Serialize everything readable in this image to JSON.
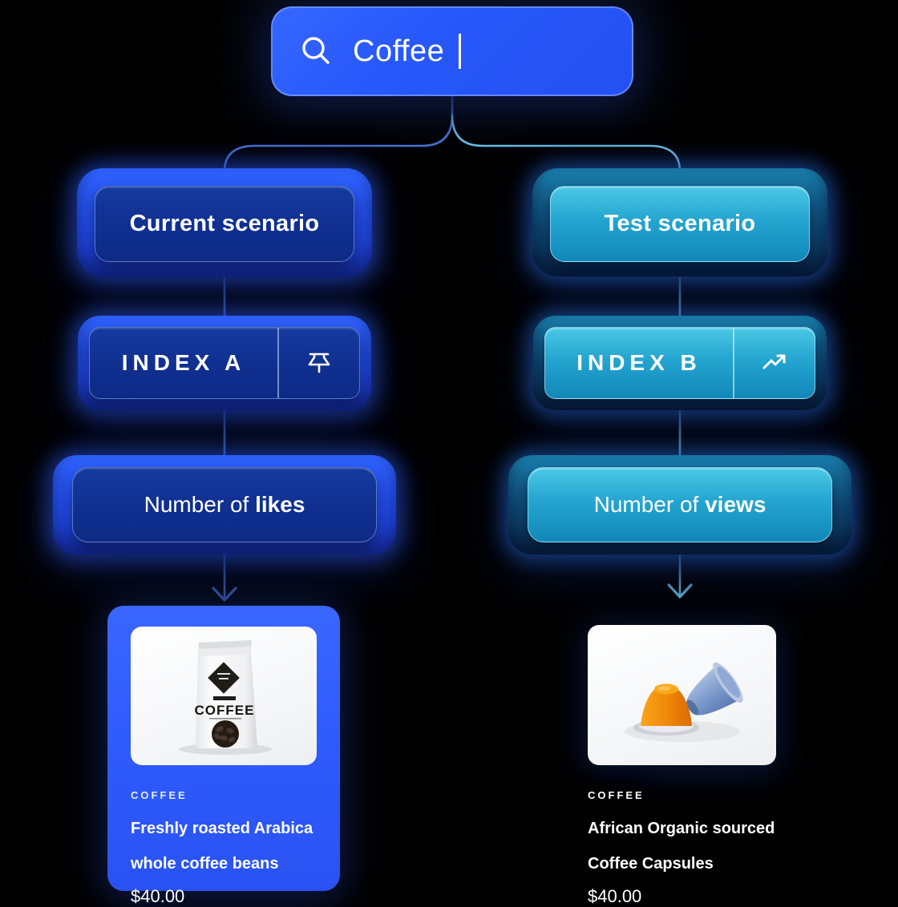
{
  "search": {
    "query": "Coffee",
    "icon": "magnifier"
  },
  "branches": {
    "left": {
      "scenario_label": "Current scenario",
      "index_label": "INDEX A",
      "index_icon": "pin",
      "metric_prefix": "Number of ",
      "metric_bold": "likes",
      "card": {
        "category": "COFFEE",
        "title": "Freshly roasted Arabica whole coffee beans",
        "price": "$40.00",
        "package_text": "COFFEE"
      },
      "accent_color": "#2e5bfc",
      "line_color": "#4b78dd"
    },
    "right": {
      "scenario_label": "Test scenario",
      "index_label": "INDEX B",
      "index_icon": "trending-up",
      "metric_prefix": "Number of ",
      "metric_bold": "views",
      "card": {
        "category": "COFFEE",
        "title": "African Organic sourced Coffee Capsules",
        "price": "$40.00"
      },
      "accent_color": "#28b2d7",
      "line_color": "#6fc6ee"
    }
  },
  "colors": {
    "background": "#000000",
    "search_blue": "#2858fa",
    "navy_button": "#102f90",
    "teal_button": "#24a5d0",
    "card_blue": "#2e5bfc"
  }
}
